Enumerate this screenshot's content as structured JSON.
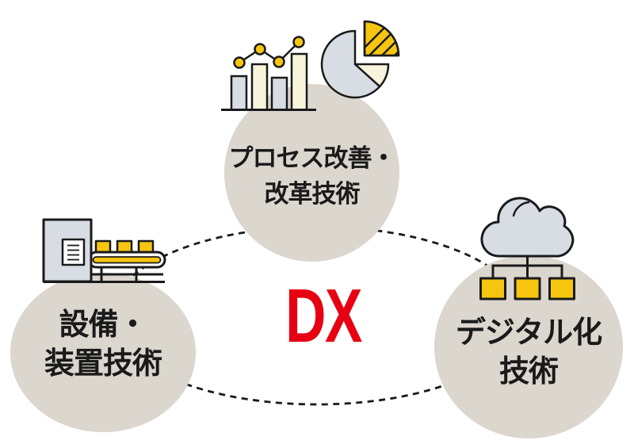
{
  "theme": {
    "background": "#FFFFFF",
    "node_fill": "#DBD6CE",
    "outline": "#1A1A1A",
    "accent_red": "#E60012",
    "icon_yellow": "#F6C50F",
    "icon_cream": "#F8F4DC",
    "icon_bluegray": "#D7DDE3",
    "icon_white": "#FFFFFF"
  },
  "center": {
    "label": "DX"
  },
  "nodes": {
    "process": {
      "line1": "プロセス改善・",
      "line2": "改革技術",
      "icon": "bar-line-pie-chart-icon"
    },
    "equipment": {
      "line1": "設備・",
      "line2": "装置技術",
      "icon": "factory-conveyor-icon"
    },
    "digital": {
      "line1": "デジタル化",
      "line2": "技術",
      "icon": "cloud-network-icon"
    }
  }
}
